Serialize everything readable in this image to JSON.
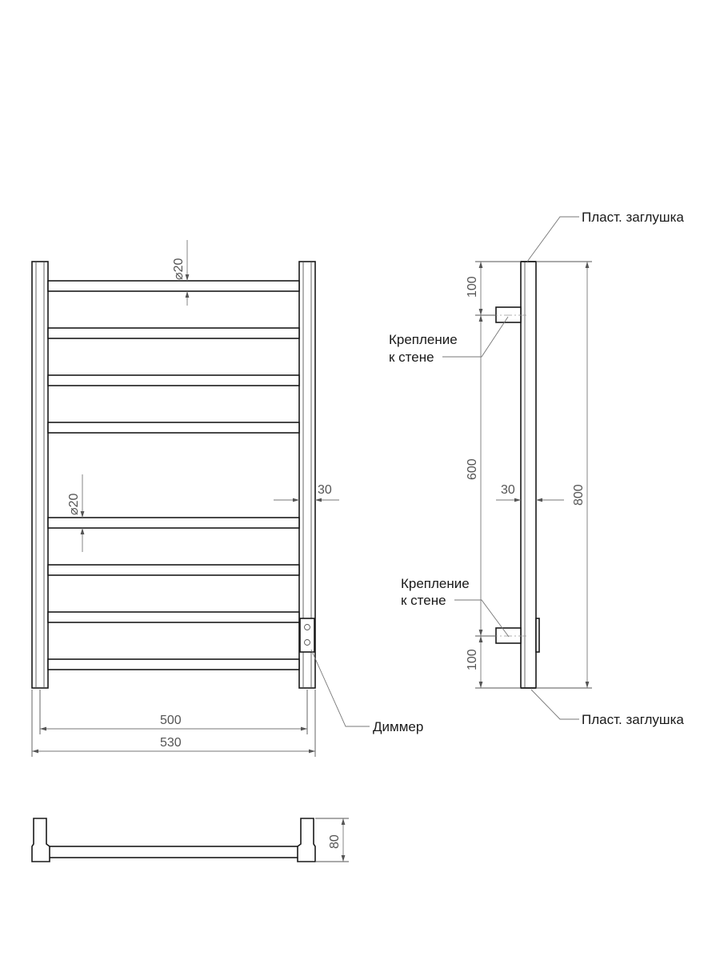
{
  "front_view": {
    "dim_tube_top": "⌀20",
    "dim_tube_mid": "⌀20",
    "dim_offset": "30",
    "dim_inner_width": "500",
    "dim_outer_width": "530"
  },
  "side_view": {
    "dim_top": "100",
    "dim_middle": "600",
    "dim_bottom": "100",
    "dim_total": "800",
    "dim_offset": "30"
  },
  "bottom_view": {
    "dim_depth": "80"
  },
  "labels": {
    "cap_top": "Пласт. заглушка",
    "cap_bottom": "Пласт. заглушка",
    "mount_top_line1": "Крепление",
    "mount_top_line2": "к стене",
    "mount_bottom_line1": "Крепление",
    "mount_bottom_line2": "к стене",
    "dimmer": "Диммер"
  }
}
